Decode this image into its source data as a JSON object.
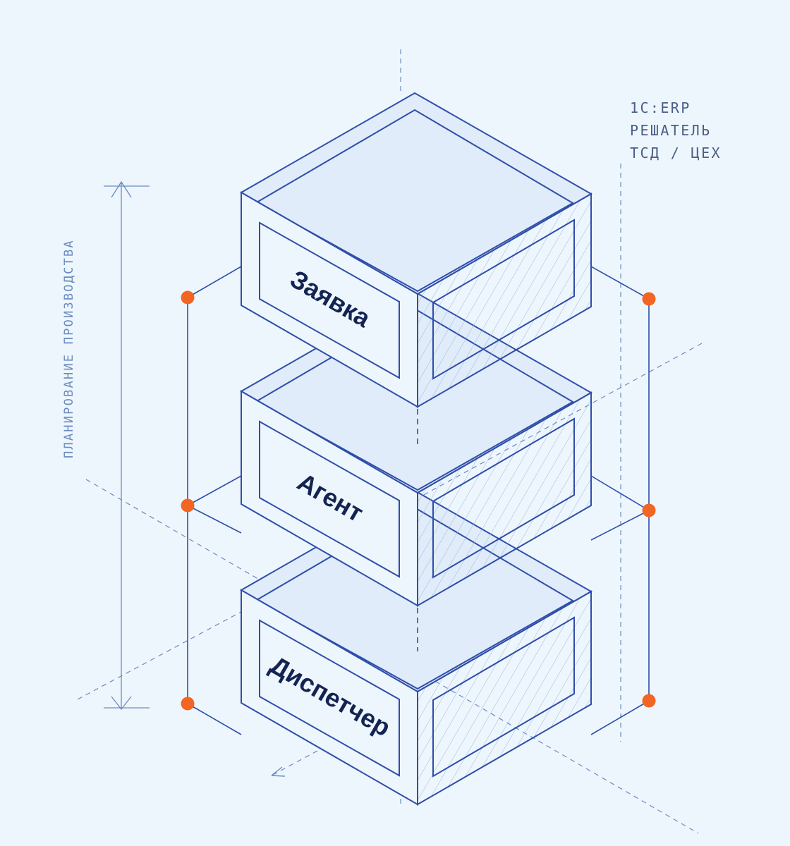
{
  "colors": {
    "background": "#eef6fd",
    "stroke": "#2f4eaa",
    "face_top": "#e0ecf9",
    "face_front": "#eef6fd",
    "label_text": "#142452",
    "guide": "#6a8bbf",
    "annotation_text": "#4a5f86",
    "node": "#f26522"
  },
  "side_label": "ПЛАНИРОВАНИЕ ПРОИЗВОДСТВА",
  "legend": [
    "1C:ERP",
    "РЕШАТЕЛЬ",
    "ТСД / ЦЕХ"
  ],
  "layers": [
    {
      "label": "Заявка"
    },
    {
      "label": "Агент"
    },
    {
      "label": "Диспетчер"
    }
  ]
}
